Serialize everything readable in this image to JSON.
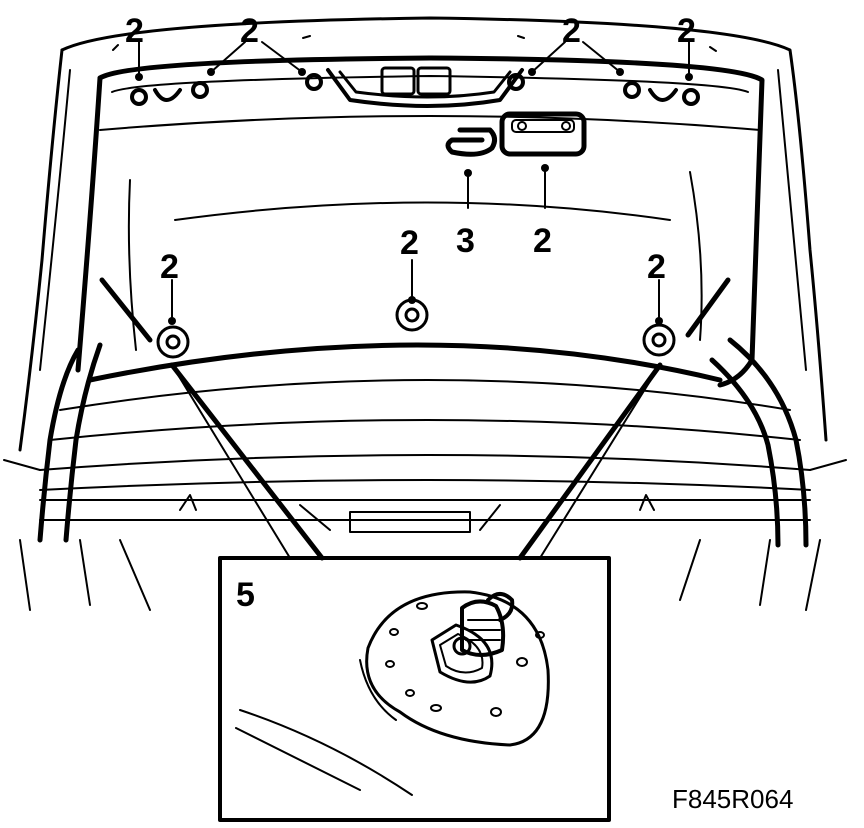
{
  "callouts": {
    "top_far_left": "2",
    "top_left_pair": "2",
    "top_right_pair": "2",
    "top_far_right": "2",
    "upper_center_clip": "3",
    "upper_center_pad": "2",
    "middle_left": "2",
    "middle_center": "2",
    "middle_right": "2"
  },
  "detail_panel": {
    "label": "5"
  },
  "figure_code": "F845R064"
}
